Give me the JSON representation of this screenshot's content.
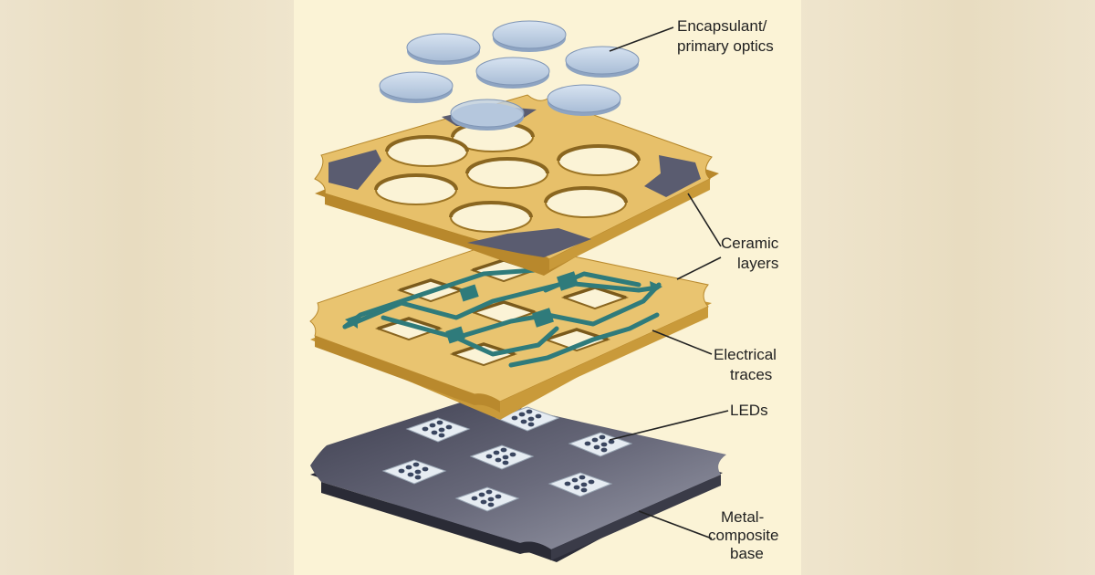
{
  "labels": {
    "encapsulant_line1": "Encapsulant/",
    "encapsulant_line2": "primary optics",
    "ceramic_line1": "Ceramic",
    "ceramic_line2": "layers",
    "electrical_line1": "Electrical",
    "electrical_line2": "traces",
    "leds": "LEDs",
    "metal_line1": "Metal-",
    "metal_line2": "composite",
    "metal_line3": "base"
  },
  "colors": {
    "background": "#efe5cd",
    "panel": "#fbf3d6",
    "ceramic": "#e9c268",
    "trace": "#2f7b7b",
    "metal_base": "#4e4f60",
    "lens": "#bfd0e4",
    "led_pad": "#e6ecf2",
    "dark_pad": "#53566a"
  }
}
